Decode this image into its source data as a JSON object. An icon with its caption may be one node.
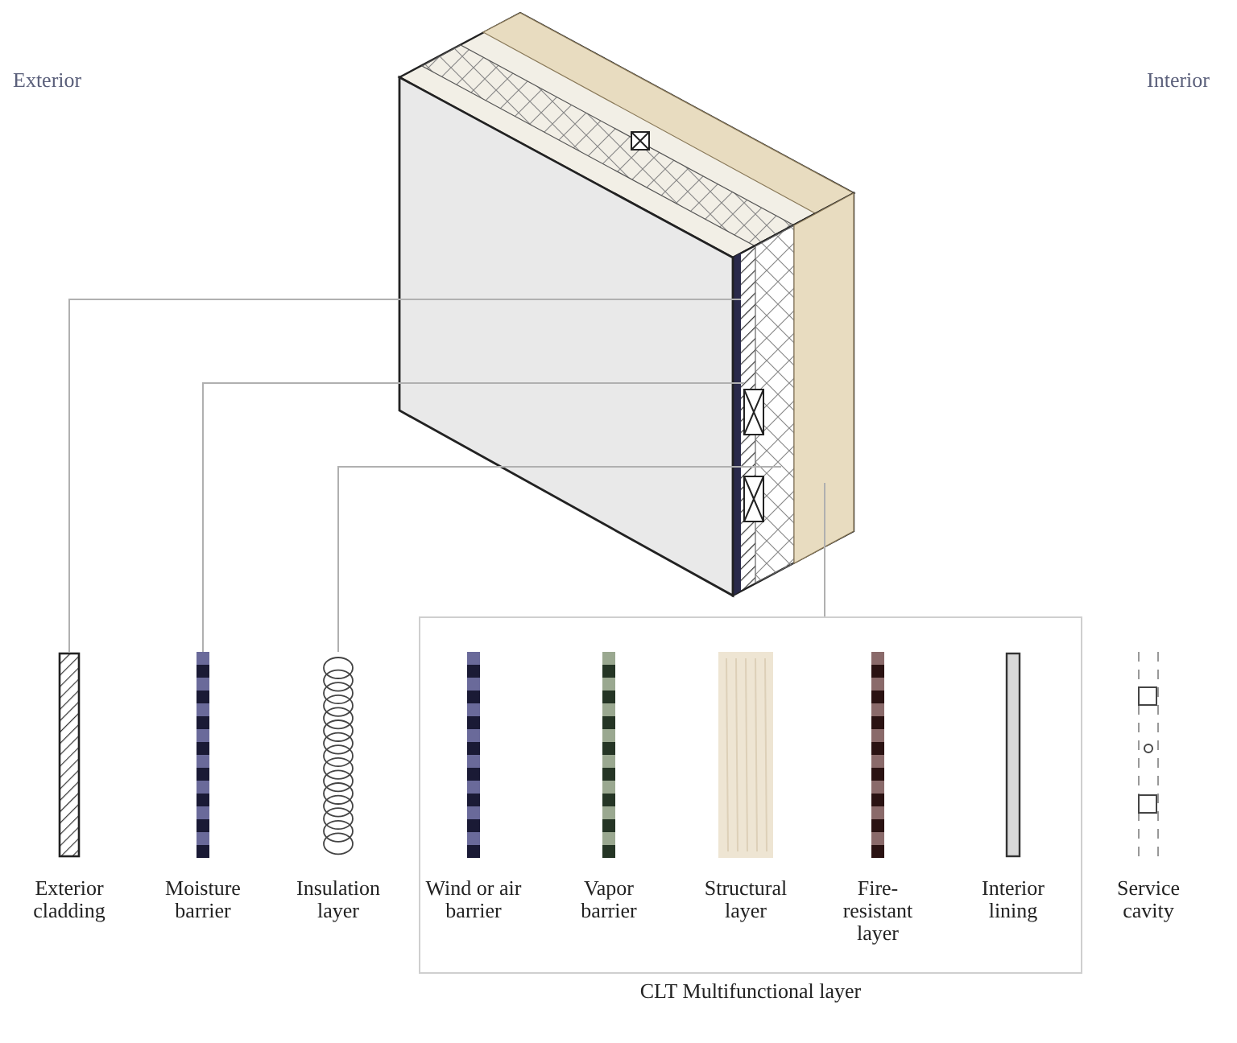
{
  "diagram": {
    "nodes": [
      {
        "text": [
          "Exterior cladding"
        ]
      },
      {
        "text": [
          "Moisture barrier"
        ]
      },
      {
        "text": [
          "Insulation layer"
        ]
      },
      {
        "text": [
          "CLT Multifunctional layer"
        ]
      },
      {
        "text": [
          "Wind or air barrier"
        ],
        "in": 3
      },
      {
        "text": [
          "Vapor barrier"
        ],
        "in": 3
      },
      {
        "text": [
          "Structural layer"
        ],
        "in": 3
      },
      {
        "text": [
          "Fire-resistant layer"
        ],
        "in": 3
      },
      {
        "text": [
          "Interior lining"
        ],
        "in": 3
      },
      {
        "text": [
          "Service cavity"
        ]
      }
    ],
    "edges": [
      {
        "from": 0,
        "to": null,
        "arrow": "none"
      },
      {
        "from": 1,
        "to": null,
        "arrow": "none"
      },
      {
        "from": 2,
        "to": null,
        "arrow": "none"
      },
      {
        "from": 3,
        "to": null,
        "arrow": "none"
      }
    ],
    "labels": [
      "Exterior",
      "Interior"
    ]
  }
}
